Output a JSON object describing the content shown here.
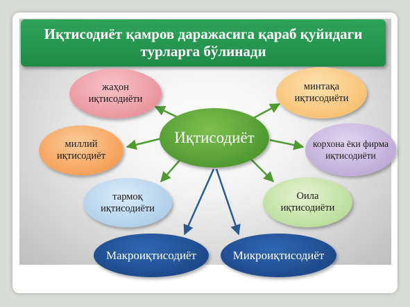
{
  "title": "Иқтисодиёт қамров даражасига қараб қуйидаги турларга бўлинади",
  "nodes": {
    "center": "Иқтисодиёт",
    "world": [
      "жаҳон",
      "иқтисодиёти"
    ],
    "region": [
      "минтақа",
      "иқтисодиёти"
    ],
    "national": [
      "миллий",
      "иқтисодиёт"
    ],
    "firm": [
      "корхона ёки фирма",
      "иқтисодиёти"
    ],
    "sector": [
      "тармоқ",
      "иқтисодиёти"
    ],
    "family": [
      "Оила",
      "иқтисодиёти"
    ],
    "macro": "Макроиқтисодиёт",
    "micro": "Микроиқтисодиёт"
  },
  "colors": {
    "banner": "#1f8b47",
    "center": "#4e9a31",
    "arrow_green": "#4e9a31",
    "arrow_blue": "#2a5a92",
    "macro_micro": "#1f4f96"
  }
}
